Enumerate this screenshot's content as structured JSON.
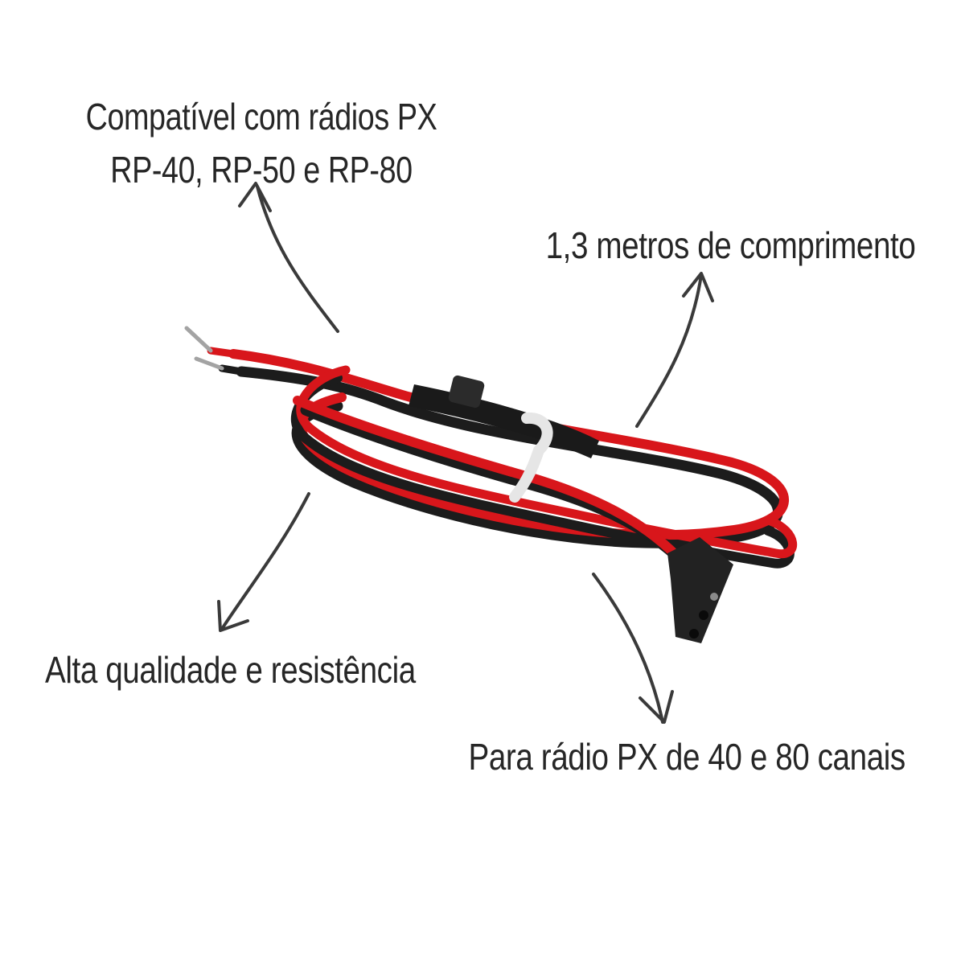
{
  "callouts": {
    "compatibility": {
      "line1": "Compatível com rádios PX",
      "line2": "RP-40, RP-50 e RP-80"
    },
    "length": "1,3 metros de comprimento",
    "quality": "Alta qualidade e resistência",
    "channels": "Para rádio PX de 40 e 80 canais"
  },
  "colors": {
    "text": "#262626",
    "arrow": "#3a3a3a",
    "wire_red": "#d8161b",
    "wire_black": "#1c1c1c",
    "background": "#ffffff"
  }
}
